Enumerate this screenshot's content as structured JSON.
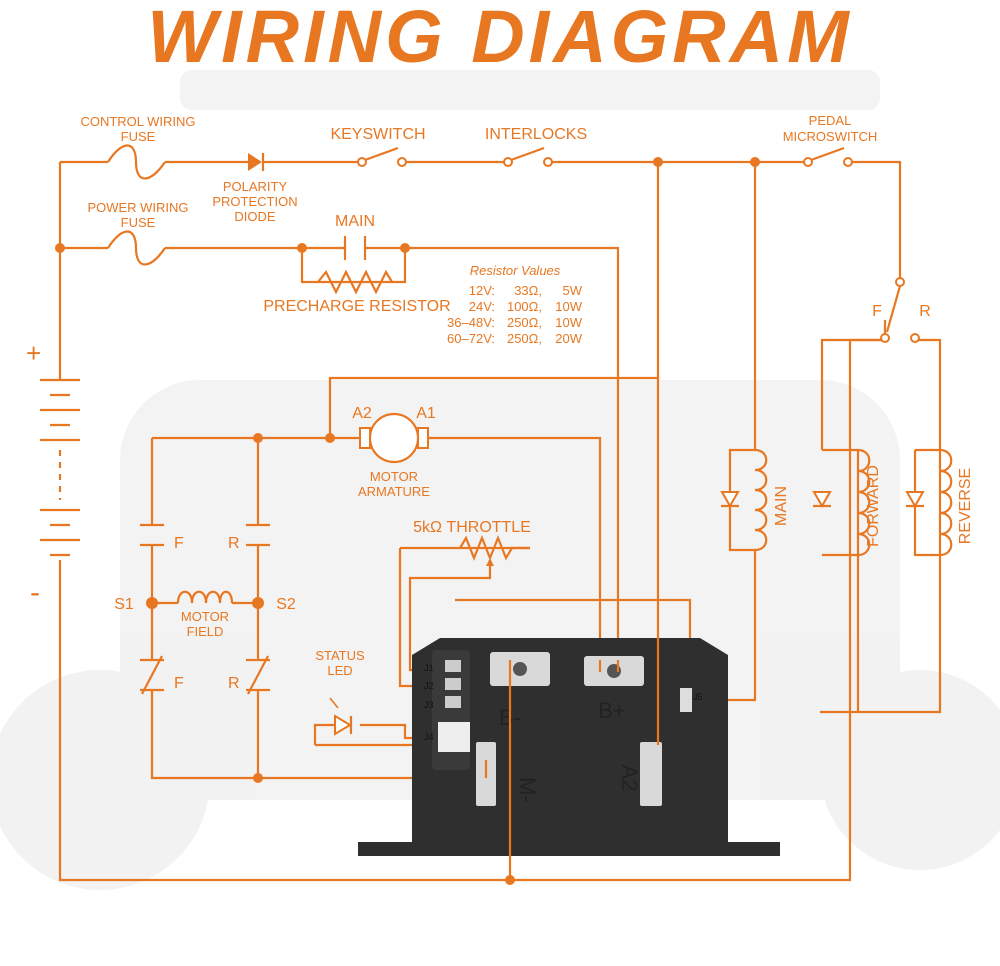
{
  "title": "WIRING DIAGRAM",
  "labels": {
    "control_fuse_1": "CONTROL WIRING",
    "control_fuse_2": "FUSE",
    "power_fuse_1": "POWER WIRING",
    "power_fuse_2": "FUSE",
    "keyswitch": "KEYSWITCH",
    "interlocks": "INTERLOCKS",
    "pedal_1": "PEDAL",
    "pedal_2": "MICROSWITCH",
    "diode_1": "POLARITY",
    "diode_2": "PROTECTION",
    "diode_3": "DIODE",
    "main": "MAIN",
    "precharge": "PRECHARGE RESISTOR",
    "plus": "+",
    "minus": "-",
    "f_sw": "F",
    "r_sw": "R",
    "a2": "A2",
    "a1": "A1",
    "armature_1": "MOTOR",
    "armature_2": "ARMATURE",
    "throttle": "5kΩ THROTTLE",
    "field_1": "MOTOR",
    "field_2": "FIELD",
    "s1": "S1",
    "s2": "S2",
    "f_top": "F",
    "r_top": "R",
    "f_bot": "F",
    "r_bot": "R",
    "status_1": "STATUS",
    "status_2": "LED",
    "coil_main": "MAIN",
    "coil_forward": "FORWARD",
    "coil_reverse": "REVERSE"
  },
  "resistor_values": {
    "heading": "Resistor Values",
    "rows": [
      {
        "v": "12V:",
        "ohm": "33Ω,",
        "w": "5W"
      },
      {
        "v": "24V:",
        "ohm": "100Ω,",
        "w": "10W"
      },
      {
        "v": "36–48V:",
        "ohm": "250Ω,",
        "w": "10W"
      },
      {
        "v": "60–72V:",
        "ohm": "250Ω,",
        "w": "20W"
      }
    ]
  },
  "controller": {
    "terminals": [
      "B-",
      "B+",
      "M-",
      "A2"
    ],
    "pins": [
      "J1",
      "J2",
      "J3",
      "J4",
      "J5"
    ]
  },
  "colors": {
    "wire": "#e87722",
    "controller": "#2f2f2f"
  }
}
